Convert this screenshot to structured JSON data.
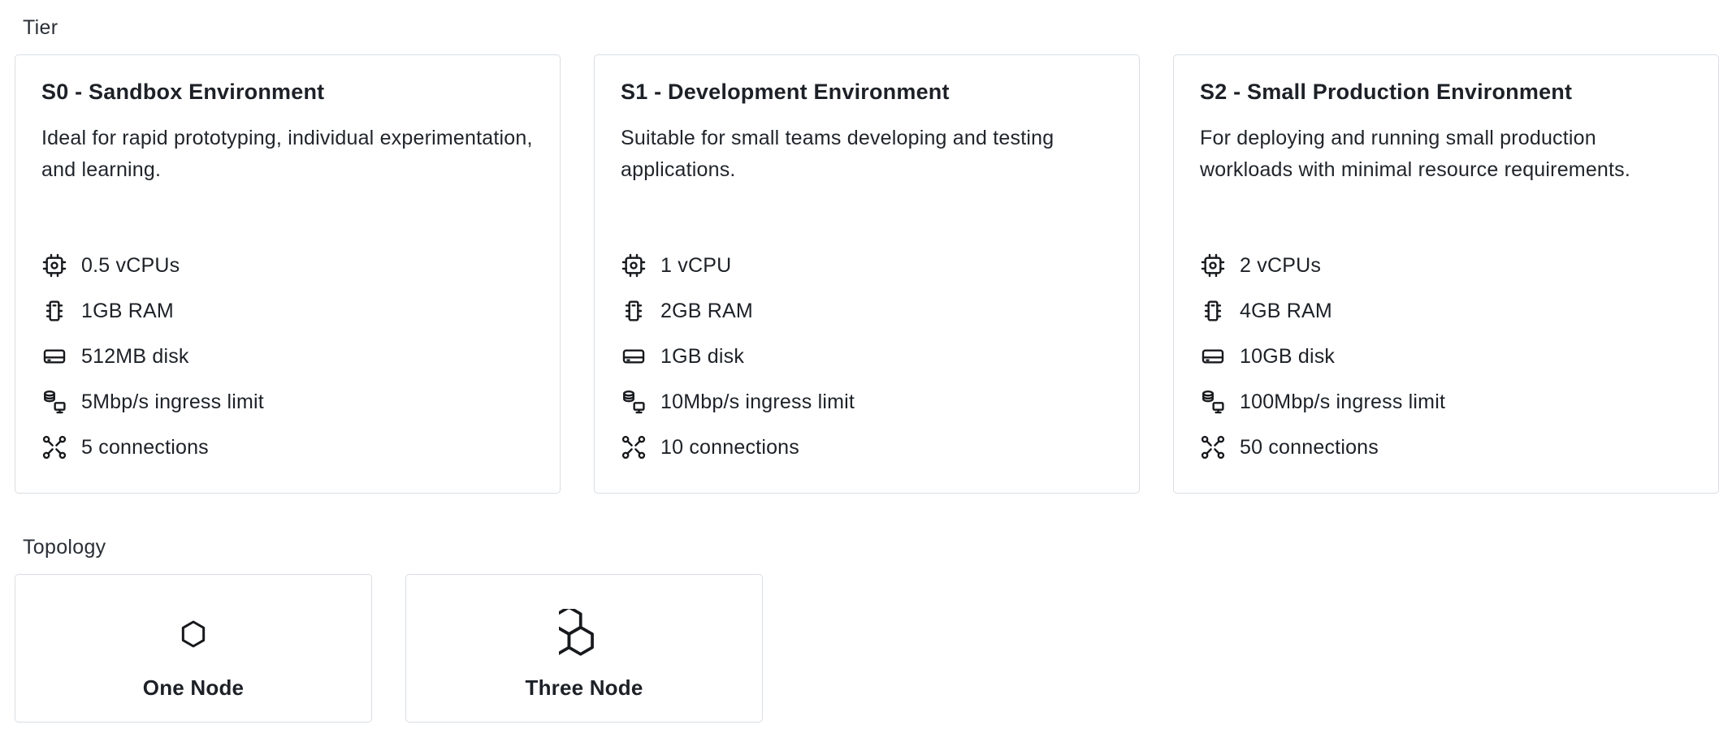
{
  "tier": {
    "label": "Tier",
    "cards": [
      {
        "title": "S0 - Sandbox Environment",
        "description": "Ideal for rapid prototyping, individual experimentation, and learning.",
        "specs": [
          {
            "icon": "cpu-icon",
            "text": "0.5 vCPUs"
          },
          {
            "icon": "ram-icon",
            "text": "1GB RAM"
          },
          {
            "icon": "disk-icon",
            "text": "512MB disk"
          },
          {
            "icon": "ingress-icon",
            "text": "5Mbp/s ingress limit"
          },
          {
            "icon": "connections-icon",
            "text": "5 connections"
          }
        ]
      },
      {
        "title": "S1 - Development Environment",
        "description": "Suitable for small teams developing and testing applications.",
        "specs": [
          {
            "icon": "cpu-icon",
            "text": "1 vCPU"
          },
          {
            "icon": "ram-icon",
            "text": "2GB RAM"
          },
          {
            "icon": "disk-icon",
            "text": "1GB disk"
          },
          {
            "icon": "ingress-icon",
            "text": "10Mbp/s ingress limit"
          },
          {
            "icon": "connections-icon",
            "text": "10 connections"
          }
        ]
      },
      {
        "title": "S2 - Small Production Environment",
        "description": "For deploying and running small production workloads with minimal resource requirements.",
        "specs": [
          {
            "icon": "cpu-icon",
            "text": "2 vCPUs"
          },
          {
            "icon": "ram-icon",
            "text": "4GB RAM"
          },
          {
            "icon": "disk-icon",
            "text": "10GB disk"
          },
          {
            "icon": "ingress-icon",
            "text": "100Mbp/s ingress limit"
          },
          {
            "icon": "connections-icon",
            "text": "50 connections"
          }
        ]
      }
    ]
  },
  "topology": {
    "label": "Topology",
    "options": [
      {
        "icon": "one-node-icon",
        "label": "One Node"
      },
      {
        "icon": "three-node-icon",
        "label": "Three Node"
      }
    ]
  },
  "colors": {
    "card_border": "#d9dee3",
    "text": "#1d2127",
    "background": "#ffffff"
  }
}
